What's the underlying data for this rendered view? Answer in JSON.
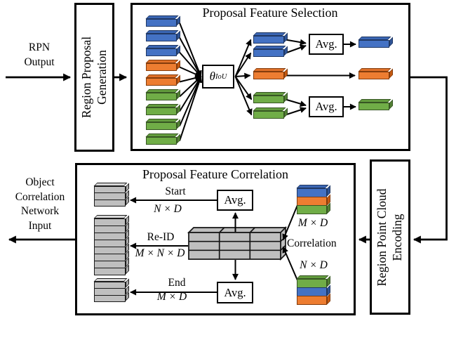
{
  "palette": {
    "blue": {
      "fill": "#4472C4",
      "top": "#3B66B3",
      "side": "#2F5597",
      "border": "#203864"
    },
    "orange": {
      "fill": "#ED7D31",
      "top": "#DE7029",
      "side": "#C55A11",
      "border": "#843C0C"
    },
    "green": {
      "fill": "#70AD47",
      "top": "#639C3E",
      "side": "#538135",
      "border": "#375623"
    },
    "gray": {
      "fill": "#BFBFBF",
      "top": "#D6D6D6",
      "side": "#A9A9A9",
      "border": "#1A1A1A"
    },
    "line": "#000000"
  },
  "flow": {
    "input_label_lines": [
      "RPN",
      "Output"
    ],
    "output_label_lines": [
      "Object",
      "Correlation",
      "Network",
      "Input"
    ],
    "generation_box_lines": [
      "Region Proposal",
      "Generation"
    ],
    "encoding_box_lines": [
      "Region Point Cloud",
      "Encoding"
    ]
  },
  "selection": {
    "title": "Proposal Feature Selection",
    "theta": "θ",
    "theta_sub": "IoU",
    "avg1": "Avg.",
    "avg2": "Avg.",
    "input_bars": [
      "blue",
      "blue",
      "blue",
      "orange",
      "orange",
      "green",
      "green",
      "green",
      "green"
    ],
    "selected_bars": [
      "blue",
      "blue",
      "orange",
      "green",
      "green"
    ],
    "output_bars": [
      "blue",
      "orange",
      "green"
    ]
  },
  "correlation": {
    "title": "Proposal Feature Correlation",
    "avg_top": "Avg.",
    "avg_bottom": "Avg.",
    "start_label": "Start",
    "start_dim": "N × D",
    "reid_label": "Re-ID",
    "reid_dim": "M × N × D",
    "end_label": "End",
    "end_dim": "M × D",
    "correlation_label": "Correlation",
    "m_stack_dim": "M × D",
    "n_stack_dim": "N × D",
    "left_stack_rows": [
      3,
      8,
      3
    ],
    "m_stack_bars": [
      "blue",
      "orange",
      "green"
    ],
    "n_stack_bars": [
      "green",
      "blue",
      "orange"
    ]
  }
}
